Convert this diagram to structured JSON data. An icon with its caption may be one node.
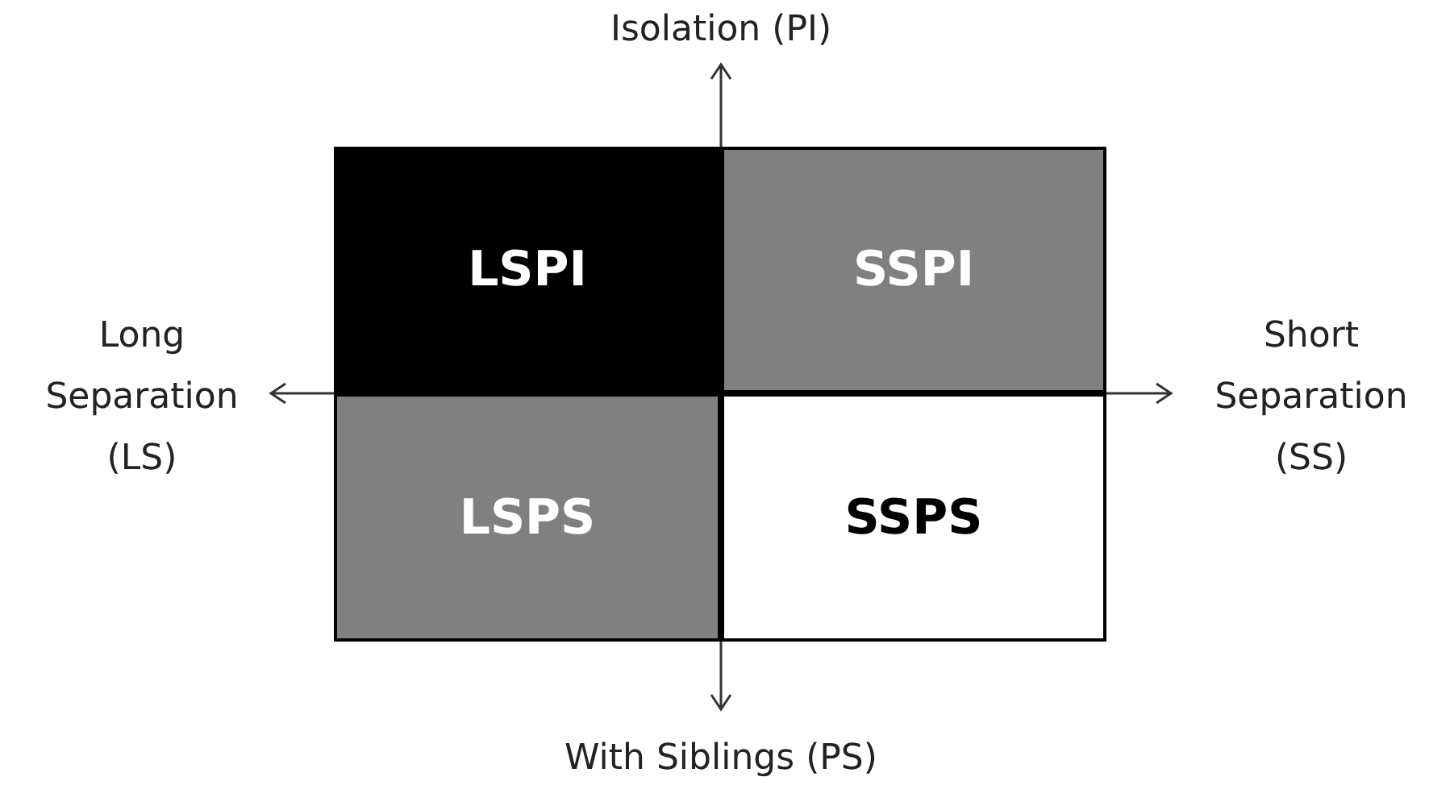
{
  "diagram": {
    "nodes": [
      {
        "text": [
          "LSPI"
        ]
      },
      {
        "text": [
          "SSPI"
        ]
      },
      {
        "text": [
          "LSPS"
        ]
      },
      {
        "text": [
          "SSPS"
        ]
      }
    ],
    "labels": [
      "Isolation (PI)",
      "Long Separation (LS)",
      "Short Separation (SS)",
      "With Siblings (PS)"
    ]
  }
}
